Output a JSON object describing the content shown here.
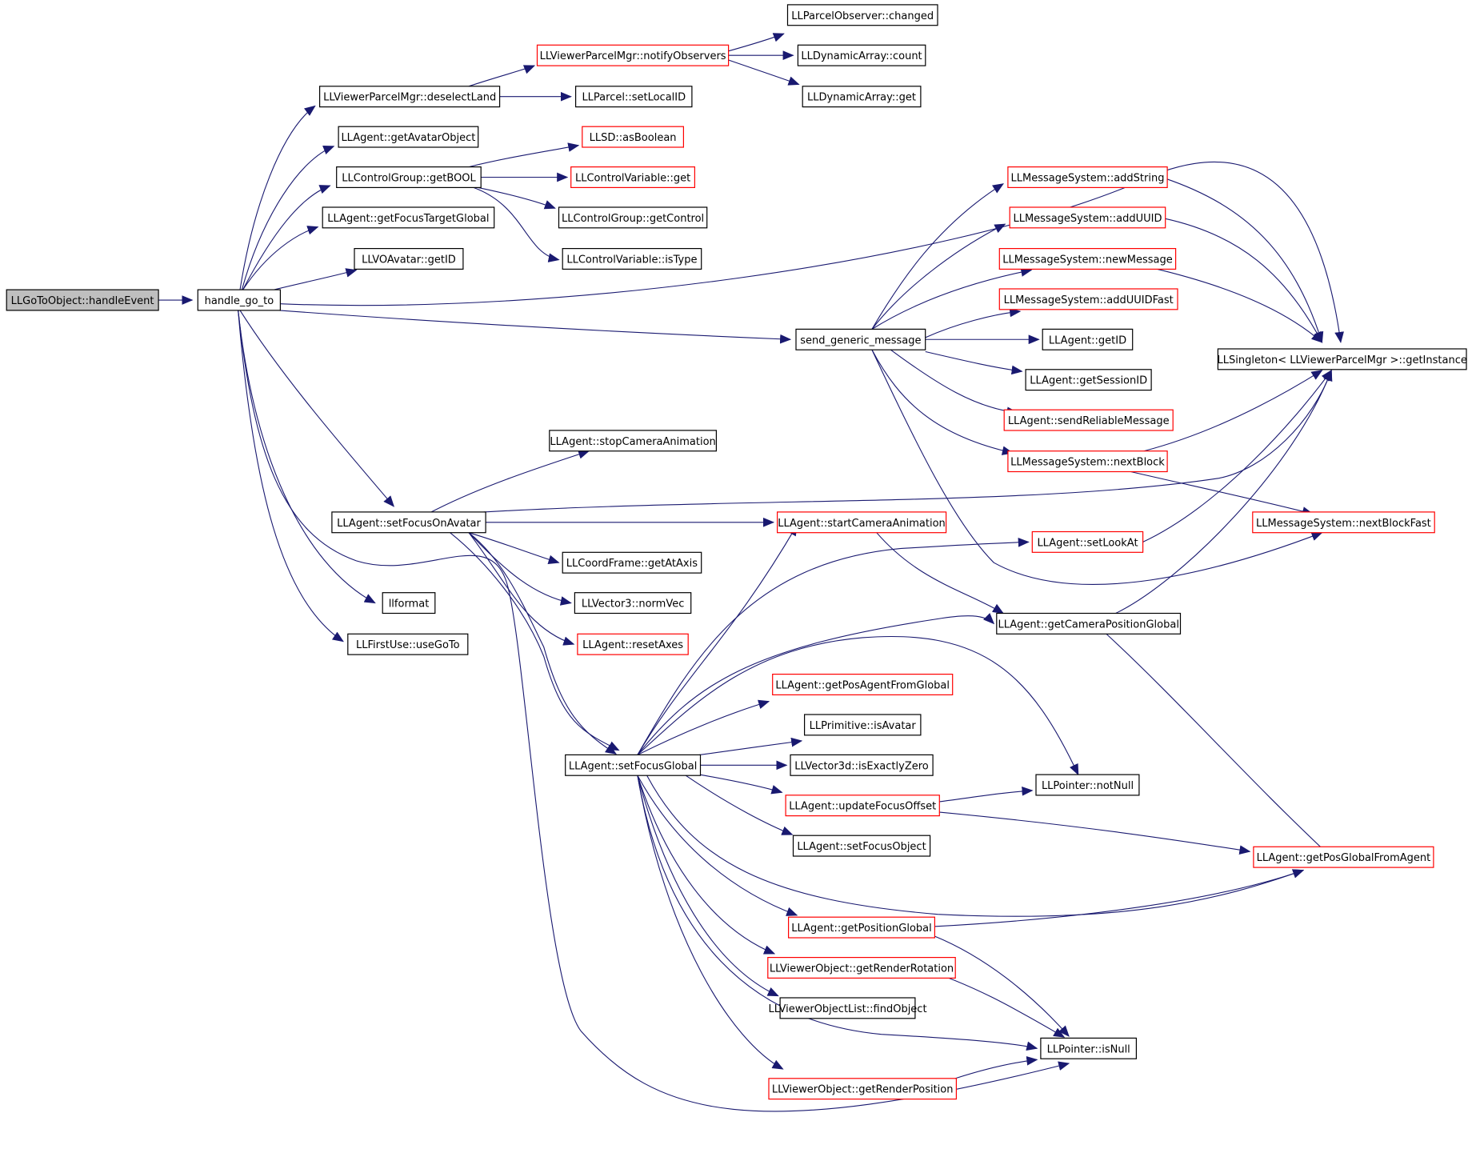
{
  "colors": {
    "edge": "#191970",
    "border_default": "#000000",
    "border_truncated": "#ff0000",
    "root_fill": "#bfbfbf"
  },
  "nodes": [
    {
      "id": "n0",
      "label": "LLGoToObject::handleEvent",
      "truncated": false,
      "root": true
    },
    {
      "id": "n1",
      "label": "handle_go_to",
      "truncated": false
    },
    {
      "id": "n2",
      "label": "LLViewerParcelMgr::deselectLand",
      "truncated": false
    },
    {
      "id": "n3",
      "label": "LLAgent::getAvatarObject",
      "truncated": false
    },
    {
      "id": "n4",
      "label": "LLControlGroup::getBOOL",
      "truncated": false
    },
    {
      "id": "n5",
      "label": "LLAgent::getFocusTargetGlobal",
      "truncated": false
    },
    {
      "id": "n6",
      "label": "LLVOAvatar::getID",
      "truncated": false
    },
    {
      "id": "n7",
      "label": "LLAgent::setFocusOnAvatar",
      "truncated": false
    },
    {
      "id": "n8",
      "label": "llformat",
      "truncated": false
    },
    {
      "id": "n9",
      "label": "LLFirstUse::useGoTo",
      "truncated": false
    },
    {
      "id": "n10",
      "label": "LLViewerParcelMgr::notifyObservers",
      "truncated": true
    },
    {
      "id": "n11",
      "label": "LLParcel::setLocalID",
      "truncated": false
    },
    {
      "id": "n12",
      "label": "LLParcelObserver::changed",
      "truncated": false
    },
    {
      "id": "n13",
      "label": "LLDynamicArray::count",
      "truncated": false
    },
    {
      "id": "n14",
      "label": "LLDynamicArray::get",
      "truncated": false
    },
    {
      "id": "n15",
      "label": "LLSD::asBoolean",
      "truncated": true
    },
    {
      "id": "n16",
      "label": "LLControlVariable::get",
      "truncated": true
    },
    {
      "id": "n17",
      "label": "LLControlGroup::getControl",
      "truncated": false
    },
    {
      "id": "n18",
      "label": "LLControlVariable::isType",
      "truncated": false
    },
    {
      "id": "n19",
      "label": "send_generic_message",
      "truncated": false
    },
    {
      "id": "n20",
      "label": "LLMessageSystem::addString",
      "truncated": true
    },
    {
      "id": "n21",
      "label": "LLMessageSystem::addUUID",
      "truncated": true
    },
    {
      "id": "n22",
      "label": "LLMessageSystem::newMessage",
      "truncated": true
    },
    {
      "id": "n23",
      "label": "LLMessageSystem::addUUIDFast",
      "truncated": true
    },
    {
      "id": "n24",
      "label": "LLAgent::getID",
      "truncated": false
    },
    {
      "id": "n25",
      "label": "LLAgent::getSessionID",
      "truncated": false
    },
    {
      "id": "n26",
      "label": "LLAgent::sendReliableMessage",
      "truncated": true
    },
    {
      "id": "n27",
      "label": "LLMessageSystem::nextBlock",
      "truncated": true
    },
    {
      "id": "n28",
      "label": "LLSingleton< LLViewerParcelMgr >::getInstance",
      "truncated": false
    },
    {
      "id": "n29",
      "label": "LLMessageSystem::nextBlockFast",
      "truncated": true
    },
    {
      "id": "n30",
      "label": "LLAgent::stopCameraAnimation",
      "truncated": false
    },
    {
      "id": "n31",
      "label": "LLAgent::startCameraAnimation",
      "truncated": true
    },
    {
      "id": "n32",
      "label": "LLCoordFrame::getAtAxis",
      "truncated": false
    },
    {
      "id": "n33",
      "label": "LLVector3::normVec",
      "truncated": false
    },
    {
      "id": "n34",
      "label": "LLAgent::resetAxes",
      "truncated": true
    },
    {
      "id": "n35",
      "label": "LLAgent::setLookAt",
      "truncated": true
    },
    {
      "id": "n36",
      "label": "LLAgent::getCameraPositionGlobal",
      "truncated": false
    },
    {
      "id": "n37",
      "label": "LLAgent::setFocusGlobal",
      "truncated": false
    },
    {
      "id": "n38",
      "label": "LLAgent::getPosAgentFromGlobal",
      "truncated": true
    },
    {
      "id": "n39",
      "label": "LLPrimitive::isAvatar",
      "truncated": false
    },
    {
      "id": "n40",
      "label": "LLVector3d::isExactlyZero",
      "truncated": false
    },
    {
      "id": "n41",
      "label": "LLAgent::updateFocusOffset",
      "truncated": true
    },
    {
      "id": "n42",
      "label": "LLPointer::notNull",
      "truncated": false
    },
    {
      "id": "n43",
      "label": "LLAgent::setFocusObject",
      "truncated": false
    },
    {
      "id": "n44",
      "label": "LLAgent::getPosGlobalFromAgent",
      "truncated": true
    },
    {
      "id": "n45",
      "label": "LLAgent::getPositionGlobal",
      "truncated": true
    },
    {
      "id": "n46",
      "label": "LLViewerObject::getRenderRotation",
      "truncated": true
    },
    {
      "id": "n47",
      "label": "LLViewerObjectList::findObject",
      "truncated": false
    },
    {
      "id": "n48",
      "label": "LLPointer::isNull",
      "truncated": false
    },
    {
      "id": "n49",
      "label": "LLViewerObject::getRenderPosition",
      "truncated": true
    }
  ]
}
